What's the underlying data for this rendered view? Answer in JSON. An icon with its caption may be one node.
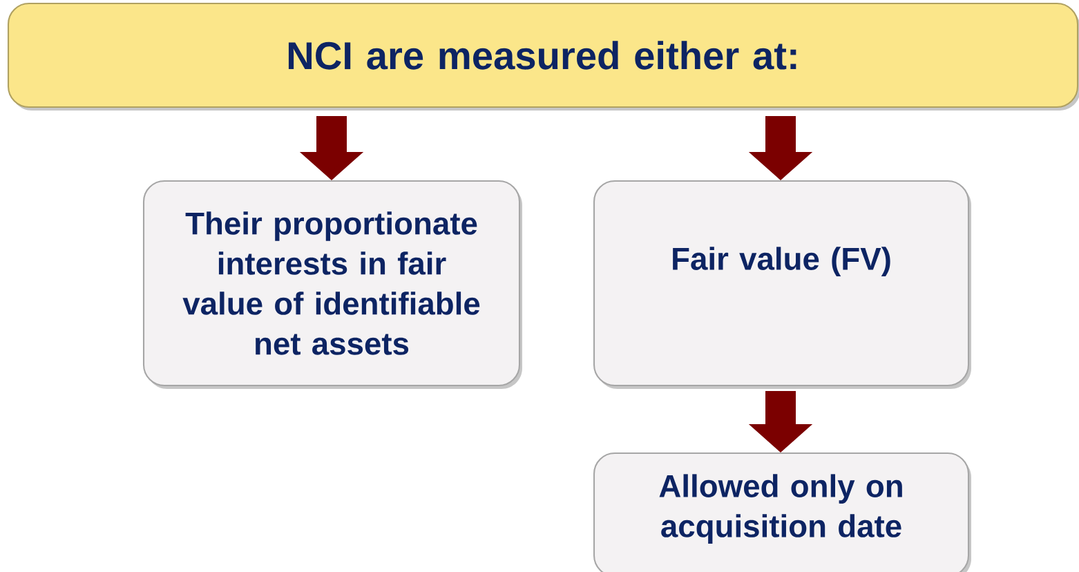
{
  "diagram": {
    "nodes": [
      {
        "text": [
          "NCI are measured either at:"
        ]
      },
      {
        "text": [
          "Their proportionate interests in fair value of identifiable net assets"
        ]
      },
      {
        "text": [
          "Fair value (FV)"
        ]
      },
      {
        "text": [
          "Allowed only on acquisition date"
        ]
      }
    ],
    "edges": [
      {
        "from": 0,
        "to": 1,
        "arrow": "to"
      },
      {
        "from": 0,
        "to": 2,
        "arrow": "to"
      },
      {
        "from": 2,
        "to": 3,
        "arrow": "to"
      }
    ]
  }
}
